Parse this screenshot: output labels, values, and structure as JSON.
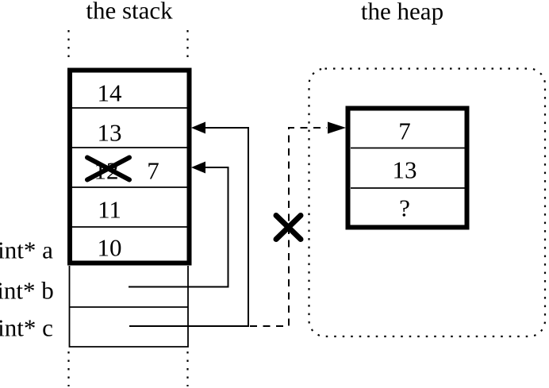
{
  "diagram": {
    "stack": {
      "title": "the stack",
      "frame_cells": [
        {
          "value": "14"
        },
        {
          "value": "13"
        },
        {
          "value": "12",
          "crossed_out": true,
          "new_value": "7"
        },
        {
          "value": "11"
        },
        {
          "value": "10"
        }
      ],
      "pointer_labels": [
        {
          "label": "int* a"
        },
        {
          "label": "int* b"
        },
        {
          "label": "int* c"
        }
      ]
    },
    "heap": {
      "title": "the heap",
      "cells": [
        {
          "value": "7"
        },
        {
          "value": "13"
        },
        {
          "value": "?"
        }
      ]
    },
    "colors": {
      "ink": "#000000",
      "background": "#ffffff"
    }
  }
}
